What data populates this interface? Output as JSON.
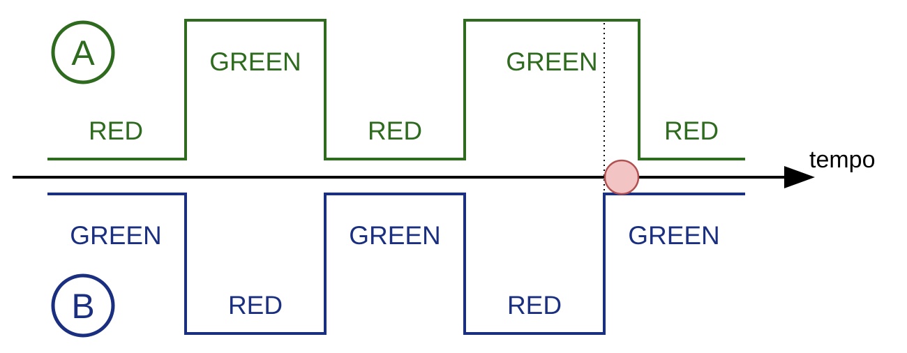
{
  "colors": {
    "signal_a": "#2e6b1f",
    "signal_b": "#1a2f80",
    "axis": "#000000",
    "marker_fill": "#f2c4c4",
    "marker_stroke": "#b05050"
  },
  "signal_a": {
    "badge": "A",
    "states": [
      "RED",
      "GREEN",
      "RED",
      "GREEN",
      "RED"
    ]
  },
  "signal_b": {
    "badge": "B",
    "states": [
      "GREEN",
      "RED",
      "GREEN",
      "RED",
      "GREEN"
    ]
  },
  "axis": {
    "label": "tempo"
  }
}
